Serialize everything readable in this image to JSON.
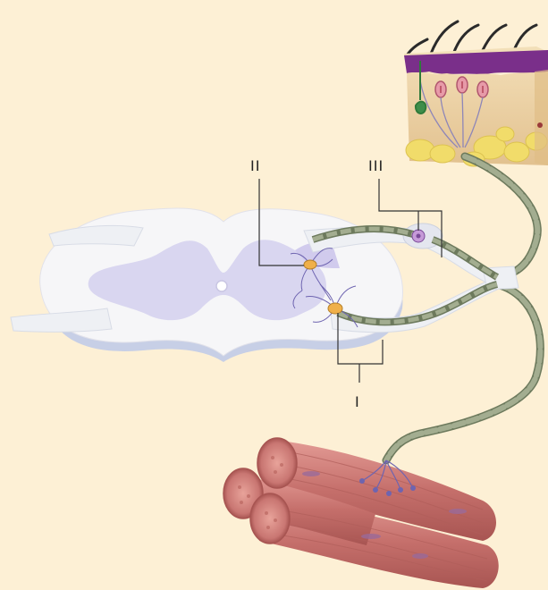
{
  "labels": {
    "motor_neuron": "I",
    "interneuron": "II",
    "sensory_neuron": "III"
  },
  "colors": {
    "background": "#fdf0d5",
    "white_matter": "#f6f6f8",
    "gray_matter": "#d9d6f0",
    "nerve_fiber": "#8f9a80",
    "muscle": "#c97672",
    "skin_top": "#7a2f8a",
    "skin_body": "#ecd3a8",
    "fat": "#f1dc6a"
  },
  "icons": {
    "skin": "skin-receptor-block-icon",
    "spinal_cord": "spinal-cord-cross-section-icon",
    "muscle": "muscle-fiber-bundle-icon"
  }
}
